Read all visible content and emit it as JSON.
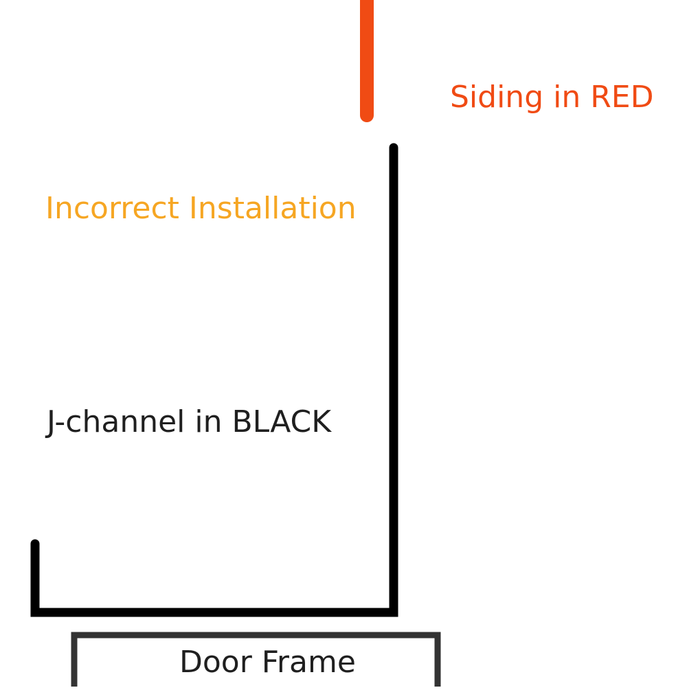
{
  "diagram": {
    "labels": {
      "siding": "Siding in RED",
      "status": "Incorrect Installation",
      "jchannel": "J-channel in BLACK",
      "door_frame": "Door Frame"
    },
    "colors": {
      "siding": "#f04b14",
      "status": "#f6a623",
      "jchannel": "#000000",
      "door_frame": "#333333",
      "text": "#1f1f1f",
      "background": "#ffffff"
    }
  }
}
